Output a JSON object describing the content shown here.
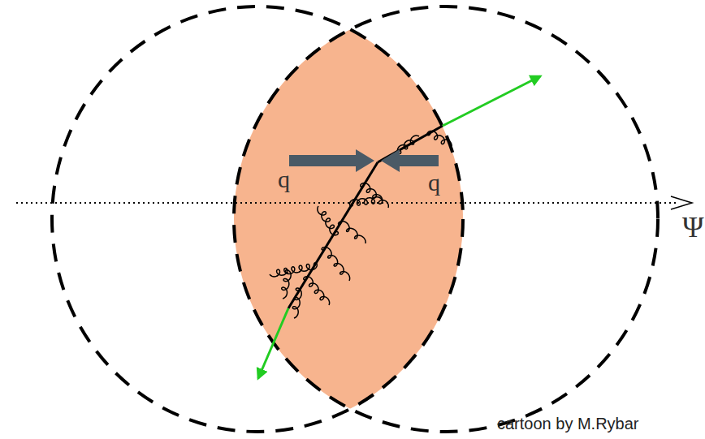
{
  "diagram": {
    "caption": "cartoon by M.Rybar",
    "labels": [
      "q",
      "q",
      "Ψ"
    ]
  }
}
